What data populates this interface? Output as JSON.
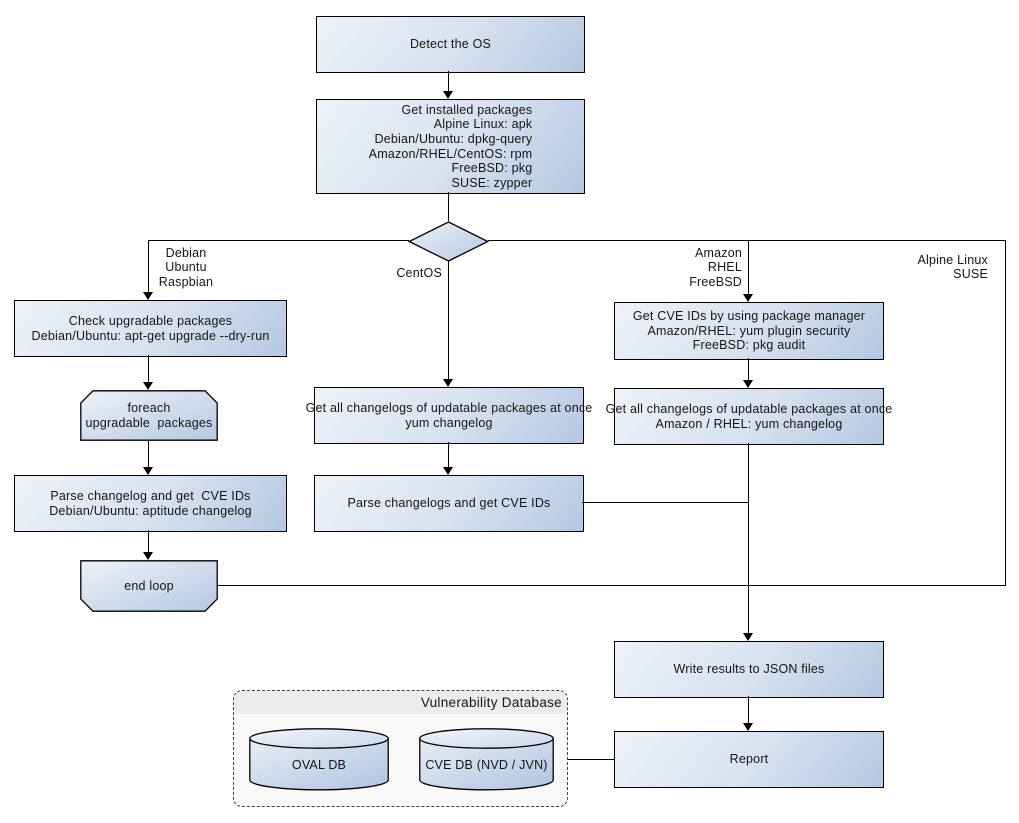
{
  "diagram": {
    "type": "flowchart",
    "nodes": {
      "detect_os": "Detect the OS",
      "get_installed_packages": "Get installed packages\nAlpine Linux: apk\nDebian/Ubuntu: dpkg-query\nAmazon/RHEL/CentOS: rpm\nFreeBSD: pkg\nSUSE: zypper",
      "check_upgradable": "Check upgradable packages\nDebian/Ubuntu: apt-get upgrade --dry-run",
      "foreach_loop_start": "foreach\nupgradable  packages",
      "parse_changelog_deb": "Parse changelog and get  CVE IDs\nDebian/Ubuntu: aptitude changelog",
      "end_loop": "end loop",
      "get_changelogs_centos": "Get all changelogs of updatable packages at once\nyum changelog",
      "parse_changelogs_centos": "Parse changelogs and get CVE IDs",
      "get_cve_ids_pkg_mgr": "Get CVE IDs by using package manager\nAmazon/RHEL: yum plugin security\nFreeBSD: pkg audit",
      "get_changelogs_amazon": "Get all changelogs of updatable packages at once\nAmazon / RHEL: yum changelog",
      "write_results": "Write results to JSON files",
      "report": "Report"
    },
    "branch_labels": {
      "debian": "Debian\nUbuntu\nRaspbian",
      "centos": "CentOS",
      "amazon": "Amazon\nRHEL\nFreeBSD",
      "alpine": "Alpine Linux\nSUSE"
    },
    "vulnerability_database": {
      "title": "Vulnerability Database",
      "oval_db": "OVAL DB",
      "cve_db": "CVE DB (NVD / JVN)"
    },
    "colors": {
      "node_gradient_light": "#eef2f9",
      "node_gradient_dark": "#b5c8e1",
      "node_border": "#000000",
      "connector": "#000000",
      "group_background": "#f9f9f9",
      "group_title_band": "#ececec",
      "group_border": "#3f3f3f",
      "canvas_background": "#ffffff"
    }
  }
}
